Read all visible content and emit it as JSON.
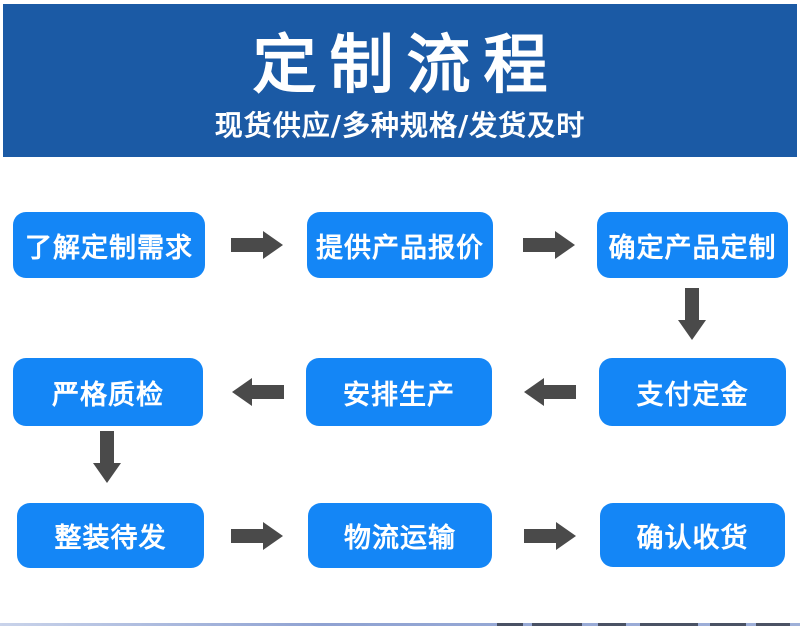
{
  "theme": {
    "page_bg": "#ffffff",
    "banner_bg": "#1b5aa5",
    "box_bg": "#1486f6",
    "arrow_color": "#4a4a4a",
    "text_on_blue": "#ffffff",
    "sliver_base": "#9fb0d8",
    "sliver_mark": "#3c4250"
  },
  "header": {
    "title": "定制流程",
    "subtitle": "现货供应/多种规格/发货及时"
  },
  "flow": {
    "rows": [
      {
        "direction": "right",
        "boxes": [
          "了解定制需求",
          "提供产品报价",
          "确定产品定制"
        ]
      },
      {
        "direction": "left",
        "boxes": [
          "严格质检",
          "安排生产",
          "支付定金"
        ]
      },
      {
        "direction": "right",
        "boxes": [
          "整装待发",
          "物流运输",
          "确认收货"
        ]
      }
    ],
    "connectors": [
      {
        "type": "down",
        "from": "确定产品定制",
        "to": "支付定金"
      },
      {
        "type": "down",
        "from": "严格质检",
        "to": "整装待发"
      }
    ]
  }
}
